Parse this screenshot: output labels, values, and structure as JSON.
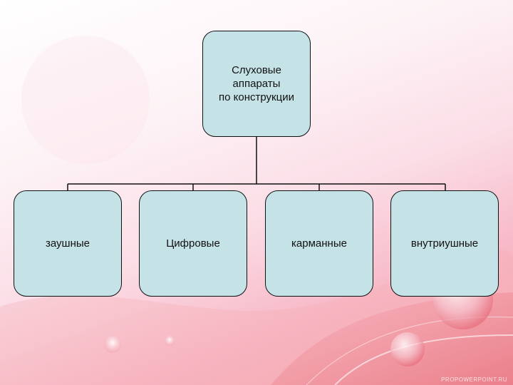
{
  "colors": {
    "node_fill": "#c5e3e6",
    "node_border": "#111111",
    "connector": "#111111"
  },
  "diagram": {
    "root": {
      "label": "Слуховые\nаппараты\nпо конструкции"
    },
    "children": [
      {
        "label": "заушные"
      },
      {
        "label": "Цифровые"
      },
      {
        "label": "карманные"
      },
      {
        "label": "внутриушные"
      }
    ]
  },
  "watermark": "ProPowerPoint.Ru"
}
